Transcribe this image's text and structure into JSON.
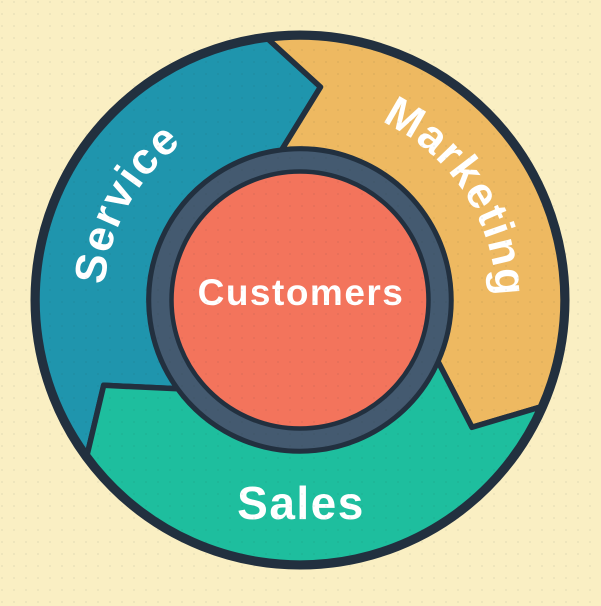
{
  "diagram": {
    "type": "flywheel",
    "center": {
      "label": "Customers",
      "fill": "#F3745C"
    },
    "segments": [
      {
        "id": "service",
        "label": "Service",
        "fill": "#1F95AD"
      },
      {
        "id": "marketing",
        "label": "Marketing",
        "fill": "#EEB961"
      },
      {
        "id": "sales",
        "label": "Sales",
        "fill": "#1EBE9E"
      }
    ],
    "colors": {
      "background": "#FAEFC3",
      "ring": "#445A70",
      "outline": "#22303F",
      "label_text": "#FFFFFF"
    },
    "flow_direction": "clockwise"
  }
}
